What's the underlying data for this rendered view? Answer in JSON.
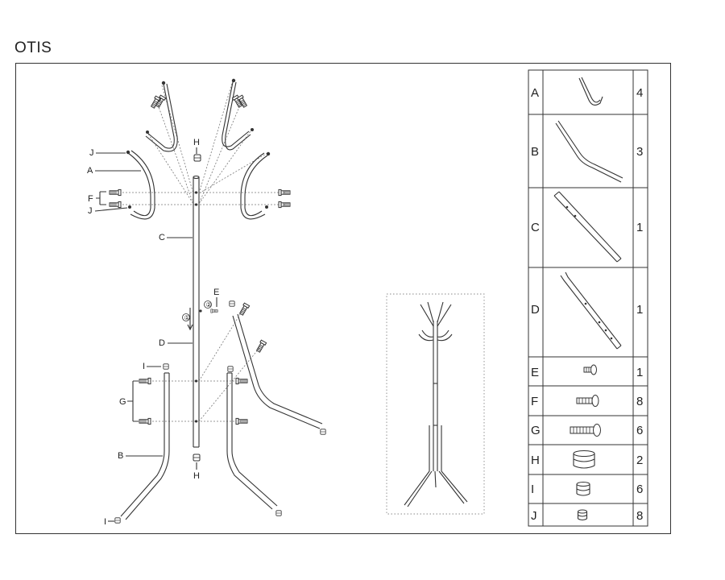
{
  "title": "OTIS",
  "callouts": {
    "J_top": "J",
    "A": "A",
    "F": "F",
    "J_bottom": "J",
    "C": "C",
    "H_top": "H",
    "E": "E",
    "step1": "①",
    "step2": "②",
    "D": "D",
    "I_top": "I",
    "G": "G",
    "B": "B",
    "H_bottom": "H",
    "I_bottom": "I"
  },
  "parts": [
    {
      "letter": "A",
      "qty": "4",
      "icon": "hook-icon"
    },
    {
      "letter": "B",
      "qty": "3",
      "icon": "leg-tube-icon"
    },
    {
      "letter": "C",
      "qty": "1",
      "icon": "upper-pole-icon"
    },
    {
      "letter": "D",
      "qty": "1",
      "icon": "lower-pole-icon"
    },
    {
      "letter": "E",
      "qty": "1",
      "icon": "small-screw-icon"
    },
    {
      "letter": "F",
      "qty": "8",
      "icon": "medium-screw-icon"
    },
    {
      "letter": "G",
      "qty": "6",
      "icon": "long-screw-icon"
    },
    {
      "letter": "H",
      "qty": "2",
      "icon": "large-cap-icon"
    },
    {
      "letter": "I",
      "qty": "6",
      "icon": "medium-cap-icon"
    },
    {
      "letter": "J",
      "qty": "8",
      "icon": "small-cap-icon"
    }
  ]
}
